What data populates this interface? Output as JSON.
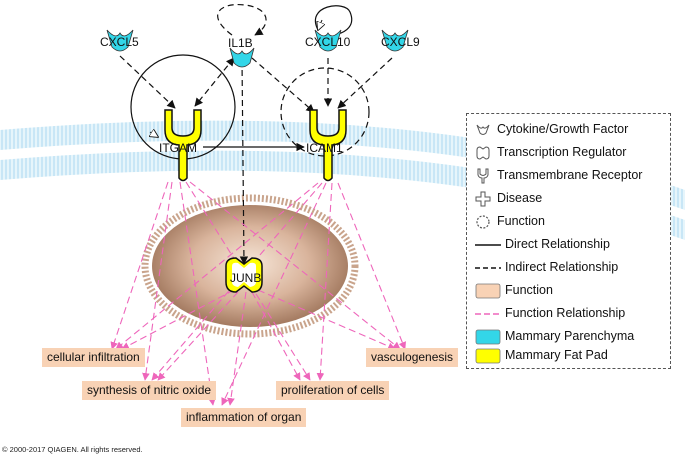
{
  "nodes": {
    "cxcl5": "CXCL5",
    "il1b": "IL1B",
    "cxcl10": "CXCL10",
    "cxcl9": "CXCL9",
    "itgam": "ITGAM",
    "icam1": "ICAM1",
    "junb": "JUNB"
  },
  "functions": {
    "cellular_infiltration": "cellular infiltration",
    "synthesis_nitric_oxide": "synthesis of nitric oxide",
    "inflammation_organ": "inflammation of organ",
    "proliferation_cells": "proliferation of cells",
    "vasculogenesis": "vasculogenesis"
  },
  "legend": {
    "items": [
      "Cytokine/Growth Factor",
      "Transcription Regulator",
      "Transmembrane Receptor",
      "Disease",
      "Function",
      "Direct Relationship",
      "Indirect Relationship",
      "Function",
      "Function Relationship",
      "Mammary Parenchyma",
      "Mammary Fat Pad"
    ]
  },
  "colors": {
    "mammary_parenchyma": "#33d6e8",
    "mammary_fat_pad": "#ffff00",
    "function_box": "#f8d2b5",
    "function_relationship": "#ee66bb",
    "membrane": "#bfe6f5"
  },
  "copyright": "© 2000-2017 QIAGEN. All rights reserved."
}
